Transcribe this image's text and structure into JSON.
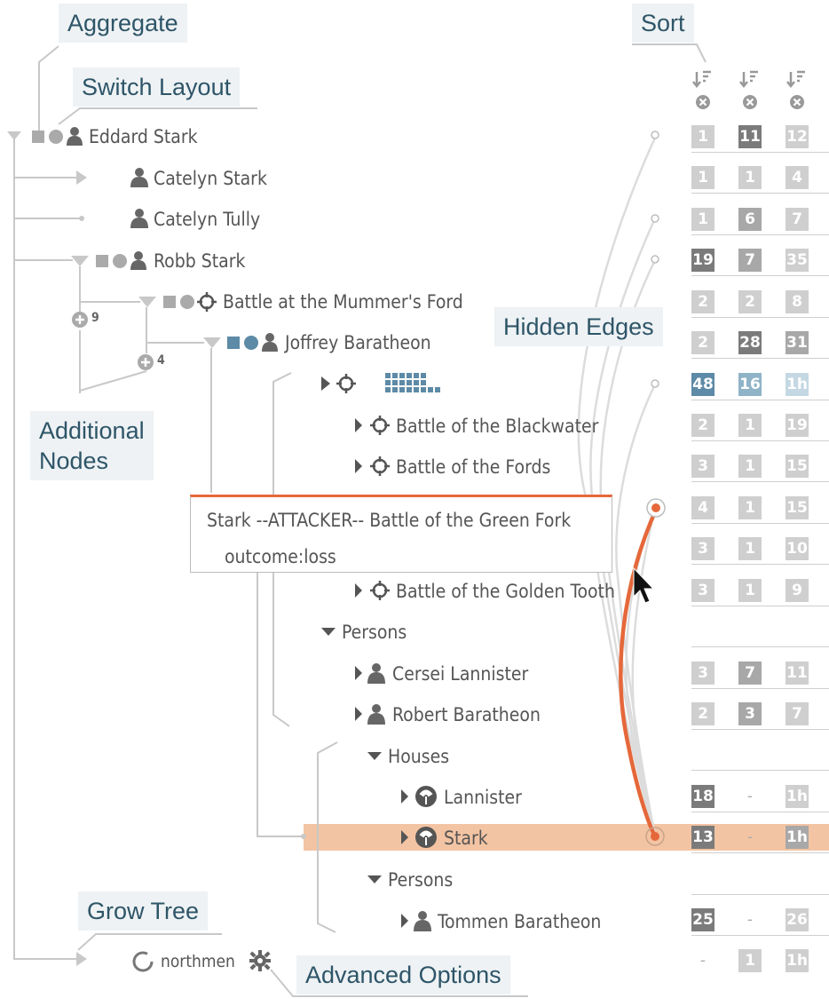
{
  "callouts": {
    "aggregate": "Aggregate",
    "switch_layout": "Switch Layout",
    "sort": "Sort",
    "hidden_edges": "Hidden Edges",
    "additional_nodes_1": "Additional",
    "additional_nodes_2": "Nodes",
    "grow_tree": "Grow Tree",
    "advanced_options": "Advanced Options"
  },
  "tree": {
    "eddard": "Eddard Stark",
    "catelyn_stark": "Catelyn Stark",
    "catelyn_tully": "Catelyn Tully",
    "robb": "Robb Stark",
    "mummers": "Battle at the Mummer's Ford",
    "joffrey": "Joffrey Baratheon",
    "blackwater": "Battle of the Blackwater",
    "fords": "Battle of the Fords",
    "golden_tooth": "Battle of the Golden Tooth",
    "persons1": "Persons",
    "cersei": "Cersei Lannister",
    "robert": "Robert Baratheon",
    "houses": "Houses",
    "lannister": "Lannister",
    "stark": "Stark",
    "persons2": "Persons",
    "tommen": "Tommen Baratheon",
    "northmen": "northmen"
  },
  "badges": {
    "robb_more": "9",
    "mummers_more": "4"
  },
  "tooltip": {
    "line1": "Stark --ATTACKER-- Battle of the Green Fork",
    "line2": "outcome:loss"
  },
  "columns": {
    "colors": {
      "dark": "#7b7b7b",
      "mid": "#a8a8a8",
      "light": "#cfcfcf",
      "blue_dark": "#5d8aa6",
      "blue_mid": "#8fb3c7",
      "blue_light": "#c4d8e3"
    },
    "rows": [
      {
        "row": "eddard",
        "values": [
          "1",
          "11",
          "12"
        ],
        "shade": [
          "light",
          "dark",
          "light"
        ]
      },
      {
        "row": "catelyn_stark",
        "values": [
          "1",
          "1",
          "4"
        ],
        "shade": [
          "light",
          "light",
          "light"
        ]
      },
      {
        "row": "catelyn_tully",
        "values": [
          "1",
          "6",
          "7"
        ],
        "shade": [
          "light",
          "mid",
          "light"
        ]
      },
      {
        "row": "robb",
        "values": [
          "19",
          "7",
          "35"
        ],
        "shade": [
          "dark",
          "mid",
          "light"
        ]
      },
      {
        "row": "mummers",
        "values": [
          "2",
          "2",
          "8"
        ],
        "shade": [
          "light",
          "light",
          "light"
        ]
      },
      {
        "row": "joffrey",
        "values": [
          "2",
          "28",
          "31"
        ],
        "shade": [
          "light",
          "dark",
          "mid"
        ]
      },
      {
        "row": "aggregate",
        "values": [
          "48",
          "16",
          "1h"
        ],
        "shade": [
          "blue_dark",
          "blue_mid",
          "blue_light"
        ]
      },
      {
        "row": "blackwater",
        "values": [
          "2",
          "1",
          "19"
        ],
        "shade": [
          "light",
          "light",
          "light"
        ]
      },
      {
        "row": "fords",
        "values": [
          "3",
          "1",
          "15"
        ],
        "shade": [
          "light",
          "light",
          "light"
        ]
      },
      {
        "row": "green_fork",
        "values": [
          "4",
          "1",
          "15"
        ],
        "shade": [
          "light",
          "light",
          "light"
        ]
      },
      {
        "row": "hidden",
        "values": [
          "3",
          "1",
          "10"
        ],
        "shade": [
          "light",
          "light",
          "light"
        ]
      },
      {
        "row": "golden_tooth",
        "values": [
          "3",
          "1",
          "9"
        ],
        "shade": [
          "light",
          "light",
          "light"
        ]
      },
      {
        "row": "persons1",
        "values": [
          "",
          "",
          ""
        ],
        "shade": [
          "empty",
          "empty",
          "empty"
        ]
      },
      {
        "row": "cersei",
        "values": [
          "3",
          "7",
          "11"
        ],
        "shade": [
          "light",
          "mid",
          "light"
        ]
      },
      {
        "row": "robert",
        "values": [
          "2",
          "3",
          "7"
        ],
        "shade": [
          "light",
          "mid",
          "light"
        ]
      },
      {
        "row": "houses",
        "values": [
          "",
          "",
          ""
        ],
        "shade": [
          "empty",
          "empty",
          "empty"
        ]
      },
      {
        "row": "lannister",
        "values": [
          "18",
          "-",
          "1h"
        ],
        "shade": [
          "dark",
          "dash",
          "light"
        ]
      },
      {
        "row": "stark",
        "values": [
          "13",
          "-",
          "1h"
        ],
        "shade": [
          "dark",
          "dash",
          "mid"
        ]
      },
      {
        "row": "persons2",
        "values": [
          "",
          "",
          ""
        ],
        "shade": [
          "empty",
          "empty",
          "empty"
        ]
      },
      {
        "row": "tommen",
        "values": [
          "25",
          "-",
          "26"
        ],
        "shade": [
          "dark",
          "dash",
          "light"
        ]
      },
      {
        "row": "northmen",
        "values": [
          "-",
          "1",
          "1h"
        ],
        "shade": [
          "dash",
          "light",
          "light"
        ]
      }
    ]
  }
}
